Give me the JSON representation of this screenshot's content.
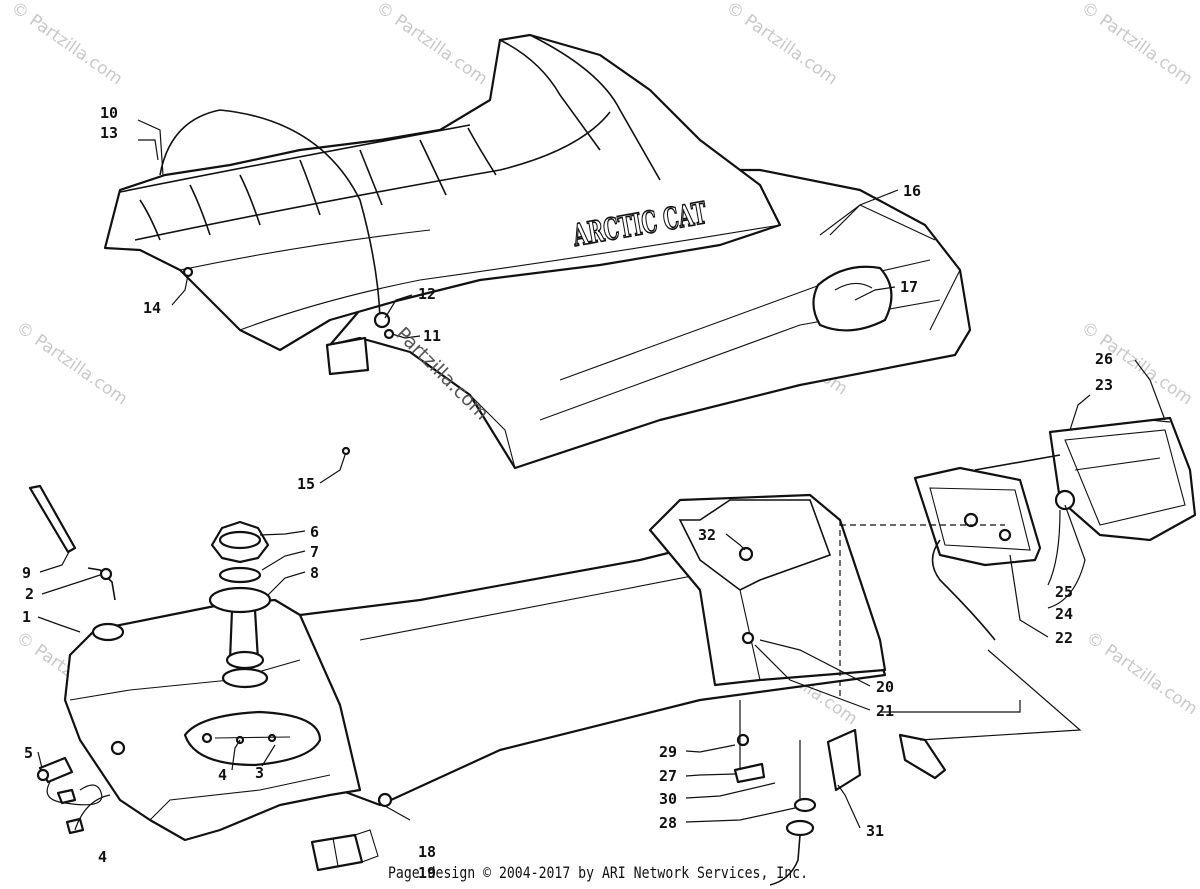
{
  "watermark": {
    "text": "© Partzilla.com",
    "center_text": "Partzilla.com"
  },
  "brand_label": "ARCTIC CAT",
  "copyright": "Page design © 2004-2017 by ARI Network Services, Inc.",
  "callouts": {
    "c1": "1",
    "c2": "2",
    "c3": "3",
    "c4a": "4",
    "c4b": "4",
    "c5": "5",
    "c6": "6",
    "c7": "7",
    "c8": "8",
    "c9": "9",
    "c10": "10",
    "c11": "11",
    "c12": "12",
    "c13": "13",
    "c14": "14",
    "c15": "15",
    "c16": "16",
    "c17": "17",
    "c18": "18",
    "c19": "19",
    "c20": "20",
    "c21": "21",
    "c22": "22",
    "c23": "23",
    "c24": "24",
    "c25": "25",
    "c26": "26",
    "c27": "27",
    "c28": "28",
    "c29": "29",
    "c30": "30",
    "c31": "31",
    "c32": "32"
  }
}
